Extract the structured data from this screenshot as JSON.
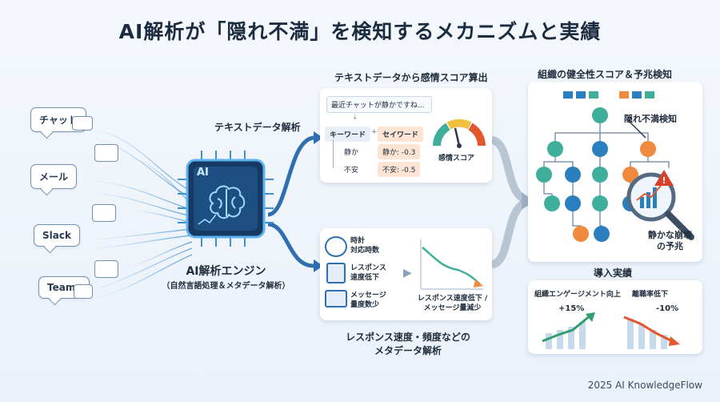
{
  "title": "AI解析が「隠れ不満」を検知するメカニズムと実績",
  "sources": [
    "チャット",
    "メール",
    "Slack",
    "Teams"
  ],
  "engine": {
    "chip_label": "AI",
    "name": "AI解析エンジン",
    "subtitle": "（自然言語処理＆メタデータ解析）"
  },
  "text_branch": {
    "arrow_label": "テキストデータ解析",
    "heading": "テキストデータから感情スコア算出",
    "chat_snippet": "最近チャットが静かですね...",
    "keyword_header": "キーワード",
    "plus": "+",
    "sentiment_header": "セイワード",
    "rows": [
      {
        "keyword": "静か",
        "score": "静か: -0.3"
      },
      {
        "keyword": "不安",
        "score": "不安: -0.5"
      }
    ],
    "gauge_label": "感情スコア"
  },
  "meta_branch": {
    "heading_line1": "レスポンス速度・頻度などの",
    "heading_line2": "メタデータ解析",
    "items": [
      {
        "icon": "clock-icon",
        "line1": "時計",
        "line2": "対応時数"
      },
      {
        "icon": "hourglass-icon",
        "line1": "レスポンス",
        "line2": "速度低下"
      },
      {
        "icon": "message-icon",
        "line1": "メッセージ",
        "line2": "量度数少"
      }
    ],
    "chart_caption_line1": "レスポンス速度低下 /",
    "chart_caption_line2": "メッセージ量減少"
  },
  "health": {
    "heading": "組織の健全性スコア＆予兆検知",
    "alert_label": "隠れ不満検知",
    "signal_line1": "静かな崩壊",
    "signal_line2": "の予兆"
  },
  "results": {
    "heading": "導入実績",
    "engagement": {
      "label": "組織エンゲージメント向上",
      "value": "+15%"
    },
    "turnover": {
      "label": "離職率低下",
      "value": "-10%"
    }
  },
  "footer": "2025 AI KnowledgeFlow",
  "colors": {
    "accent_blue": "#2f6fb0",
    "node_blue": "#2c7fbf",
    "node_teal": "#3fae9a",
    "node_orange": "#f08a3e",
    "alert_red": "#d9402b"
  }
}
